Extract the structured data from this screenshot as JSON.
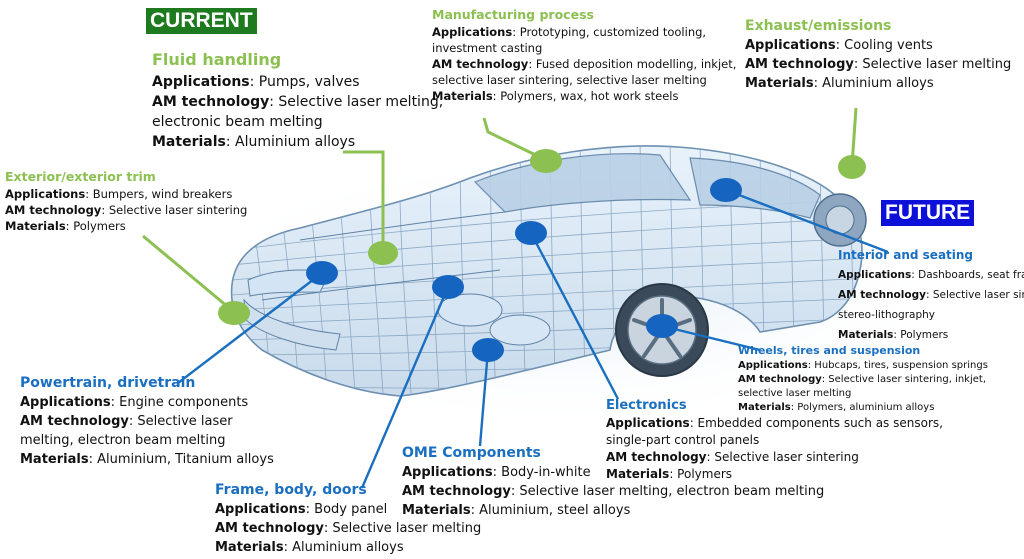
{
  "badges": {
    "current": "CURRENT",
    "future": "FUTURE"
  },
  "colors": {
    "current": "#8cc152",
    "future": "#1a6fc0",
    "current_badge": "#1e7a1e",
    "future_badge": "#0d10d8"
  },
  "callouts": {
    "fluid": {
      "title": "Fluid handling",
      "lines": [
        {
          "label": "Applications",
          "text": ": Pumps, valves"
        },
        {
          "label": "AM technology",
          "text": ": Selective laser melting,"
        },
        {
          "label": "",
          "text": "electronic beam melting"
        },
        {
          "label": "Materials",
          "text": ": Aluminium alloys"
        }
      ]
    },
    "manufacturing": {
      "title": "Manufacturing process",
      "lines": [
        {
          "label": "Applications",
          "text": ": Prototyping, customized tooling,"
        },
        {
          "label": "",
          "text": "investment casting"
        },
        {
          "label": "AM technology",
          "text": ": Fused deposition modelling, inkjet,"
        },
        {
          "label": "",
          "text": "selective laser sintering, selective laser melting"
        },
        {
          "label": "Materials",
          "text": ": Polymers, wax, hot work steels"
        }
      ]
    },
    "exhaust": {
      "title": "Exhaust/emissions",
      "lines": [
        {
          "label": "Applications",
          "text": ": Cooling vents"
        },
        {
          "label": "AM technology",
          "text": ": Selective laser melting"
        },
        {
          "label": "Materials",
          "text": ": Aluminium alloys"
        }
      ]
    },
    "exterior": {
      "title": "Exterior/exterior trim",
      "lines": [
        {
          "label": "Applications",
          "text": ": Bumpers, wind breakers"
        },
        {
          "label": "AM technology",
          "text": ": Selective laser sintering"
        },
        {
          "label": "Materials",
          "text": ": Polymers"
        }
      ]
    },
    "interior": {
      "title": "Interior and seating",
      "lines": [
        {
          "label": "Applications",
          "text": ": Dashboards, seat frame"
        },
        {
          "label": "AM technology",
          "text": ": Selective laser sintering,"
        },
        {
          "label": "",
          "text": "stereo-lithography"
        },
        {
          "label": "Materials",
          "text": ": Polymers"
        }
      ]
    },
    "wheels": {
      "title": "Wheels, tires and suspension",
      "lines": [
        {
          "label": "Applications",
          "text": ": Hubcaps, tires, suspension springs"
        },
        {
          "label": "AM technology",
          "text": ": Selective laser sintering, inkjet,"
        },
        {
          "label": "",
          "text": "selective laser melting"
        },
        {
          "label": "Materials",
          "text": ": Polymers, aluminium alloys"
        }
      ]
    },
    "powertrain": {
      "title": "Powertrain, drivetrain",
      "lines": [
        {
          "label": "Applications",
          "text": ": Engine components"
        },
        {
          "label": "AM technology",
          "text": ": Selective laser"
        },
        {
          "label": "",
          "text": "melting, electron beam melting"
        },
        {
          "label": "Materials",
          "text": ": Aluminium, Titanium alloys"
        }
      ]
    },
    "electronics": {
      "title": "Electronics",
      "lines": [
        {
          "label": "Applications",
          "text": ": Embedded components such as sensors,"
        },
        {
          "label": "",
          "text": "single-part control panels"
        },
        {
          "label": "AM technology",
          "text": ": Selective laser sintering"
        },
        {
          "label": "Materials",
          "text": ": Polymers"
        }
      ]
    },
    "ome": {
      "title": "OME Components",
      "lines": [
        {
          "label": "Applications",
          "text": ": Body-in-white"
        },
        {
          "label": "AM technology",
          "text": ": Selective laser melting, electron beam melting"
        },
        {
          "label": "Materials",
          "text": ": Aluminium, steel alloys"
        }
      ]
    },
    "frame": {
      "title": "Frame, body, doors",
      "lines": [
        {
          "label": "Applications",
          "text": ": Body panel"
        },
        {
          "label": "AM technology",
          "text": ": Selective laser melting"
        },
        {
          "label": "Materials",
          "text": ": Aluminium alloys"
        }
      ]
    }
  }
}
